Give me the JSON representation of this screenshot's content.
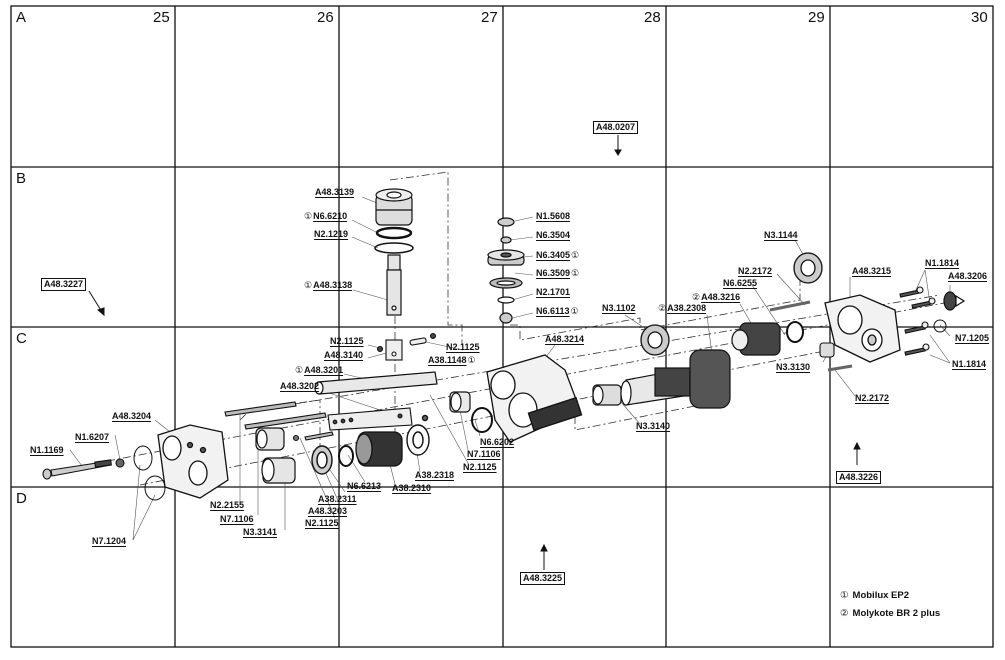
{
  "grid": {
    "columns": [
      "25",
      "26",
      "27",
      "28",
      "29",
      "30"
    ],
    "rows": [
      "A",
      "B",
      "C",
      "D"
    ]
  },
  "references": [
    {
      "id": "A48.0207",
      "arrow": "down"
    },
    {
      "id": "A48.3227",
      "arrow": "down-right"
    },
    {
      "id": "A48.3226",
      "arrow": "up"
    },
    {
      "id": "A48.3225",
      "arrow": "up"
    }
  ],
  "labels": {
    "a48_3139": {
      "text": "A48.3139",
      "mark": ""
    },
    "n6_6210": {
      "text": "N6.6210",
      "mark": "①"
    },
    "n2_1219": {
      "text": "N2.1219",
      "mark": ""
    },
    "a48_3138": {
      "text": "A48.3138",
      "mark": "①"
    },
    "n2_1125_a": {
      "text": "N2.1125",
      "mark": ""
    },
    "a48_3140": {
      "text": "A48.3140",
      "mark": ""
    },
    "a48_3201": {
      "text": "A48.3201",
      "mark": "①"
    },
    "a48_3202": {
      "text": "A48.3202",
      "mark": ""
    },
    "n2_1125_b": {
      "text": "N2.1125",
      "mark": ""
    },
    "a38_1148": {
      "text": "A38.1148",
      "mark_after": "①"
    },
    "n1_5608": {
      "text": "N1.5608",
      "mark": ""
    },
    "n6_3504": {
      "text": "N6.3504",
      "mark": ""
    },
    "n6_3405": {
      "text": "N6.3405",
      "mark_after": "①"
    },
    "n6_3509": {
      "text": "N6.3509",
      "mark_after": "①"
    },
    "n2_1701": {
      "text": "N2.1701",
      "mark": ""
    },
    "n6_6113": {
      "text": "N6.6113",
      "mark_after": "①"
    },
    "a48_3214": {
      "text": "A48.3214",
      "mark": ""
    },
    "n3_1102": {
      "text": "N3.1102",
      "mark": ""
    },
    "a38_2308": {
      "text": "A38.2308",
      "mark": "②"
    },
    "a48_3216": {
      "text": "A48.3216",
      "mark": "②"
    },
    "n6_6255": {
      "text": "N6.6255",
      "mark": ""
    },
    "n2_2172_a": {
      "text": "N2.2172",
      "mark": ""
    },
    "n3_1144": {
      "text": "N3.1144",
      "mark": ""
    },
    "a48_3215": {
      "text": "A48.3215",
      "mark": ""
    },
    "n1_1814_a": {
      "text": "N1.1814",
      "mark": ""
    },
    "a48_3206": {
      "text": "A48.3206",
      "mark": ""
    },
    "n7_1205": {
      "text": "N7.1205",
      "mark": ""
    },
    "n1_1814_b": {
      "text": "N1.1814",
      "mark": ""
    },
    "n3_3130": {
      "text": "N3.3130",
      "mark": ""
    },
    "n2_2172_b": {
      "text": "N2.2172",
      "mark": ""
    },
    "n3_3140": {
      "text": "N3.3140",
      "mark": ""
    },
    "n6_6202": {
      "text": "N6.6202",
      "mark": ""
    },
    "n7_1106_a": {
      "text": "N7.1106",
      "mark": ""
    },
    "n2_1125_c": {
      "text": "N2.1125",
      "mark": ""
    },
    "a38_2318": {
      "text": "A38.2318",
      "mark": ""
    },
    "a38_2310": {
      "text": "A38.2310",
      "mark": ""
    },
    "n6_6213": {
      "text": "N6.6213",
      "mark": ""
    },
    "a38_2311": {
      "text": "A38.2311",
      "mark": ""
    },
    "a48_3203": {
      "text": "A48.3203",
      "mark": ""
    },
    "n2_1125_d": {
      "text": "N2.1125",
      "mark": ""
    },
    "n3_3141": {
      "text": "N3.3141",
      "mark": ""
    },
    "n7_1106_b": {
      "text": "N7.1106",
      "mark": ""
    },
    "n2_2155": {
      "text": "N2.2155",
      "mark": ""
    },
    "a48_3204": {
      "text": "A48.3204",
      "mark": ""
    },
    "n1_6207": {
      "text": "N1.6207",
      "mark": ""
    },
    "n1_1169": {
      "text": "N1.1169",
      "mark": ""
    },
    "n7_1204": {
      "text": "N7.1204",
      "mark": ""
    }
  },
  "legend": [
    {
      "symbol": "①",
      "text": "Mobilux EP2"
    },
    {
      "symbol": "②",
      "text": "Molykote BR 2 plus"
    }
  ]
}
